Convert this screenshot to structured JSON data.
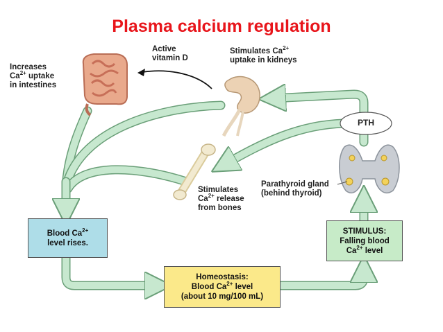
{
  "title": "Plasma calcium regulation",
  "labels": {
    "active_vitamin_d": [
      "Active",
      "vitamin D"
    ],
    "kidney": {
      "line1_pre": "Stimulates Ca",
      "line1_sup": "2+",
      "line2": "uptake in kidneys"
    },
    "intestine": {
      "line1": "Increases",
      "line2_pre": "Ca",
      "line2_sup": "2+",
      "line2_post": " uptake",
      "line3": "in intestines"
    },
    "bones": {
      "line1": "Stimulates",
      "line2_pre": "Ca",
      "line2_sup": "2+",
      "line2_post": " release",
      "line3": "from bones"
    },
    "parathyroid": [
      "Parathyroid gland",
      "(behind thyroid)"
    ],
    "pth": "PTH"
  },
  "boxes": {
    "blood_rises": {
      "line1_pre": "Blood Ca",
      "line1_sup": "2+",
      "line2": "level rises."
    },
    "homeostasis": {
      "line1": "Homeostasis:",
      "line2_pre": "Blood Ca",
      "line2_sup": "2+",
      "line2_post": " level",
      "line3": "(about 10 mg/100 mL)"
    },
    "stimulus": {
      "line1": "STIMULUS:",
      "line2": "Falling blood",
      "line3_pre": "Ca",
      "line3_sup": "2+",
      "line3_post": " level"
    }
  },
  "colors": {
    "title": "#e8151b",
    "arrow_fill": "#c7e8cf",
    "arrow_stroke": "#6a9f78",
    "box_blue": "#aedde8",
    "box_yellow": "#fbe98a",
    "box_green": "#c7ebc8"
  }
}
